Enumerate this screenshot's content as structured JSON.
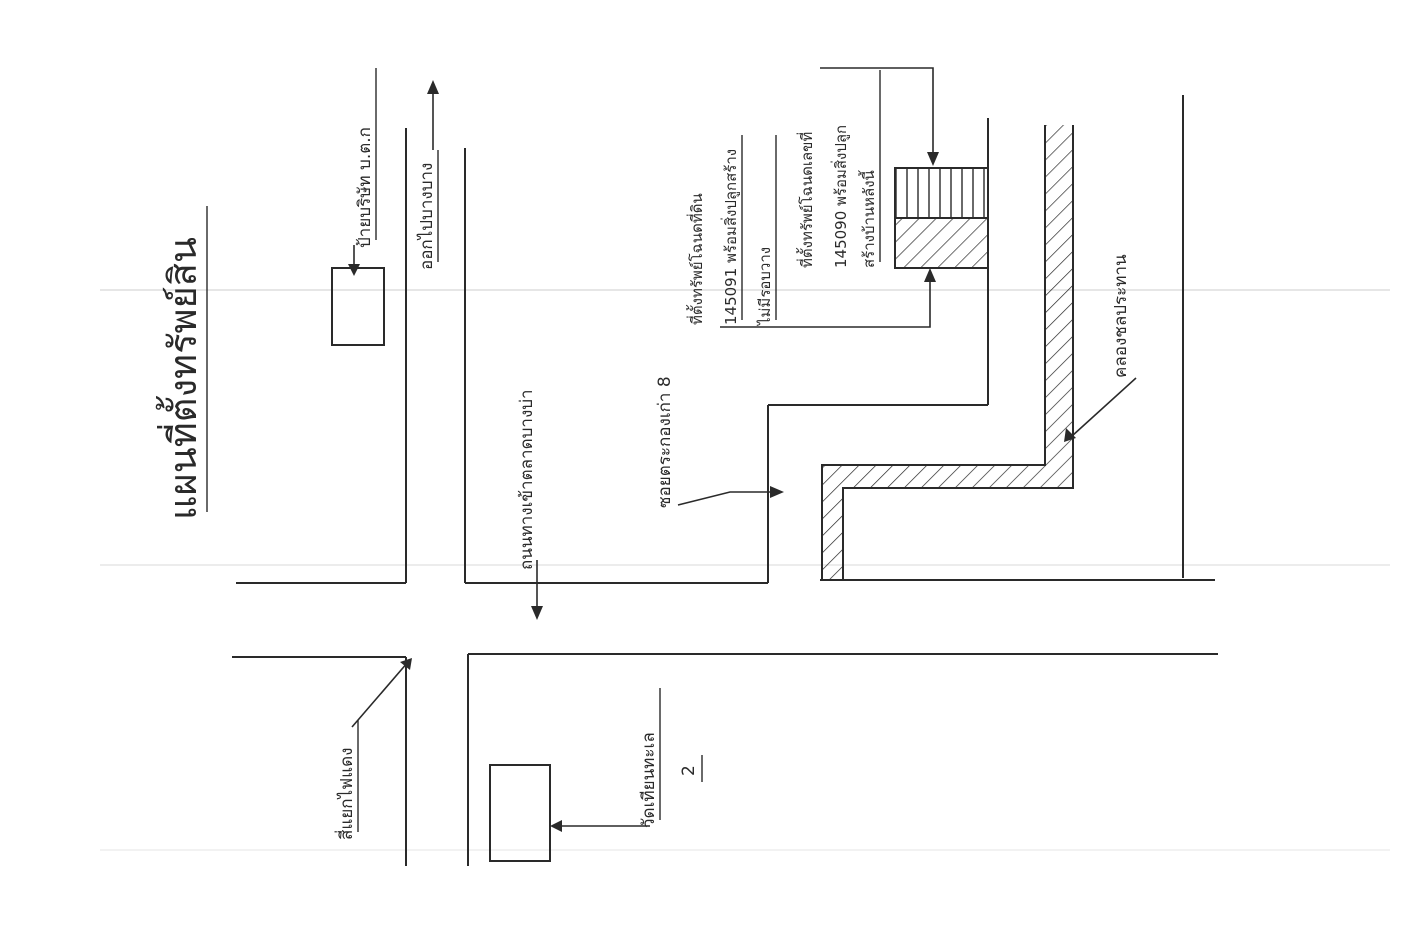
{
  "map": {
    "title": "แผนที่ตั้งทรัพย์สิน",
    "labels": {
      "top_building": "ป้ายบริษัท บ.ต.ก",
      "top_road_arrow": "ออกไปบางบาง",
      "road_main": "ถนนทางเข้าตลาดบางบ่า",
      "alley": "ซอยตระกองเก่า 8",
      "parcel1_line1": "ที่ตั้งทรัพย์โฉนดที่ดิน",
      "parcel1_line2": "145091 พร้อมสิ่งปลูกสร้าง",
      "parcel1_line3": "ไม่มีรอบวาง",
      "parcel2_line1": "ที่ตั้งทรัพย์โฉนดเลขที่",
      "parcel2_line2": "145090 พร้อมสิ่งปลูก",
      "parcel2_line3": "สร้างบ้านหลังนี้",
      "canal": "คลองชลประทาน",
      "traffic_light": "สี่แยกไฟแดง",
      "bottom_building": "วัดเทียนทะเล",
      "number_mark": "2"
    }
  }
}
